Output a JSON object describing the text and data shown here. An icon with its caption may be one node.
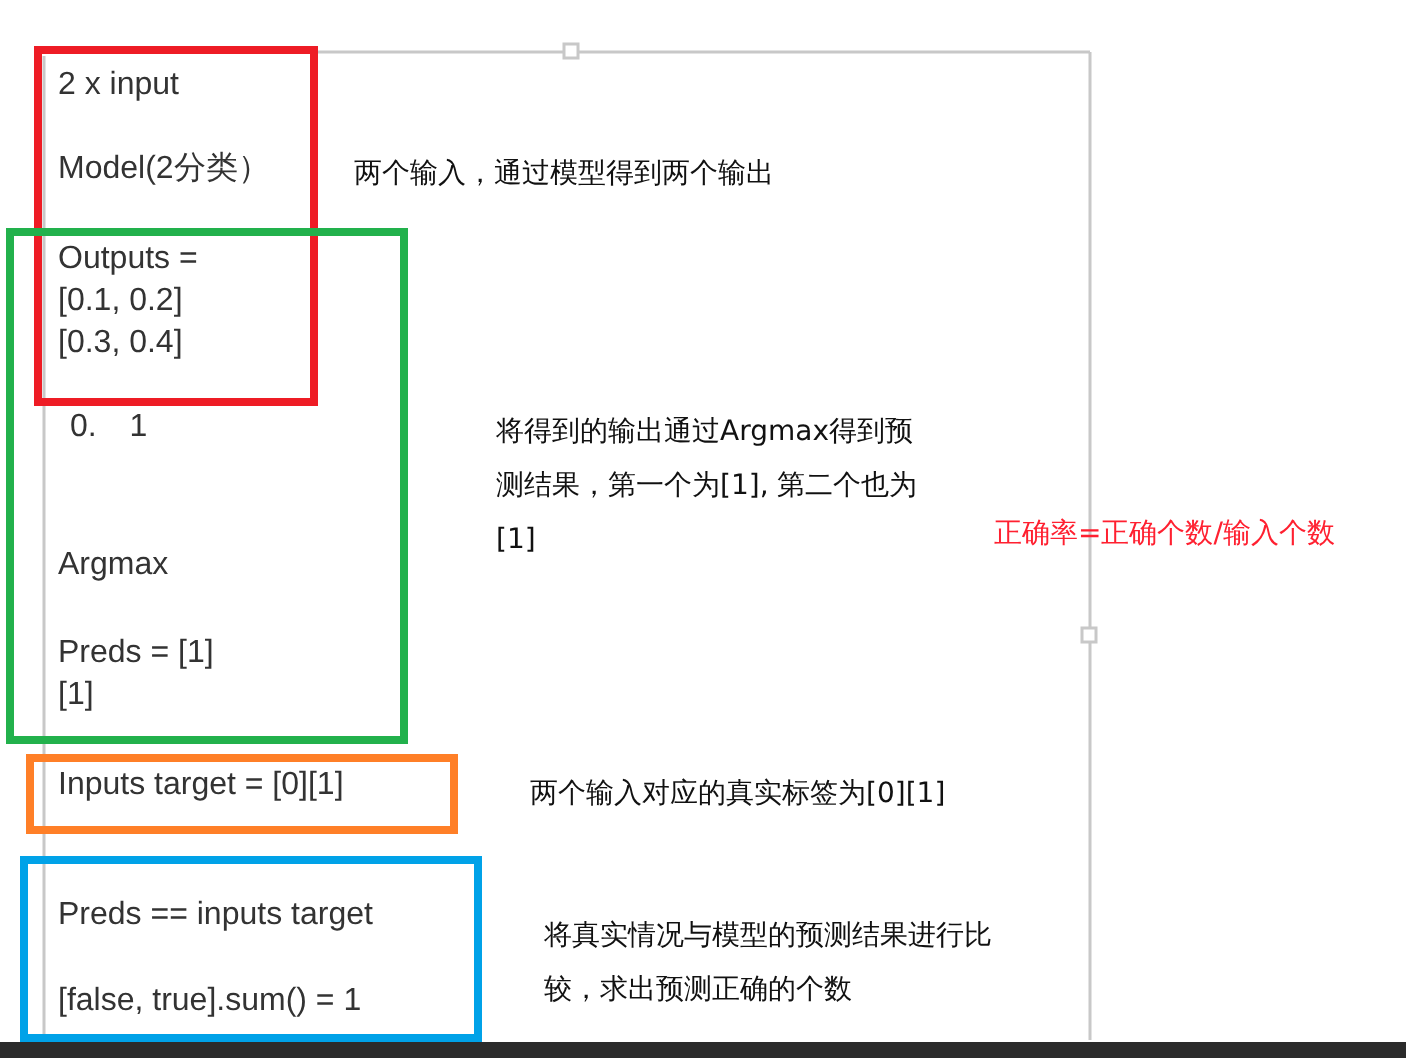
{
  "diagram": {
    "nodes": [
      {
        "text": [
          "2 x input",
          "Model(2分类）",
          "Outputs = [0.1, 0.2] [0.3, 0.4]"
        ],
        "beside": [
          "两个输入，通过模型得到两个输出"
        ]
      },
      {
        "text": [
          "0. 1",
          "Argmax",
          "Preds = [1] [1]"
        ],
        "beside": [
          "将得到的输出通过Argmax得到预测结果，第一个为[1], 第二个也为[1]"
        ]
      },
      {
        "text": [
          "Inputs target = [0][1]"
        ],
        "beside": [
          "两个输入对应的真实标签为[0][1]"
        ]
      },
      {
        "text": [
          "Preds == inputs target",
          "[false, true].sum() = 1"
        ],
        "beside": [
          "将真实情况与模型的预测结果进行比较，求出预测正确的个数"
        ]
      }
    ],
    "labels": [
      "正确率=正确个数/输入个数"
    ]
  }
}
